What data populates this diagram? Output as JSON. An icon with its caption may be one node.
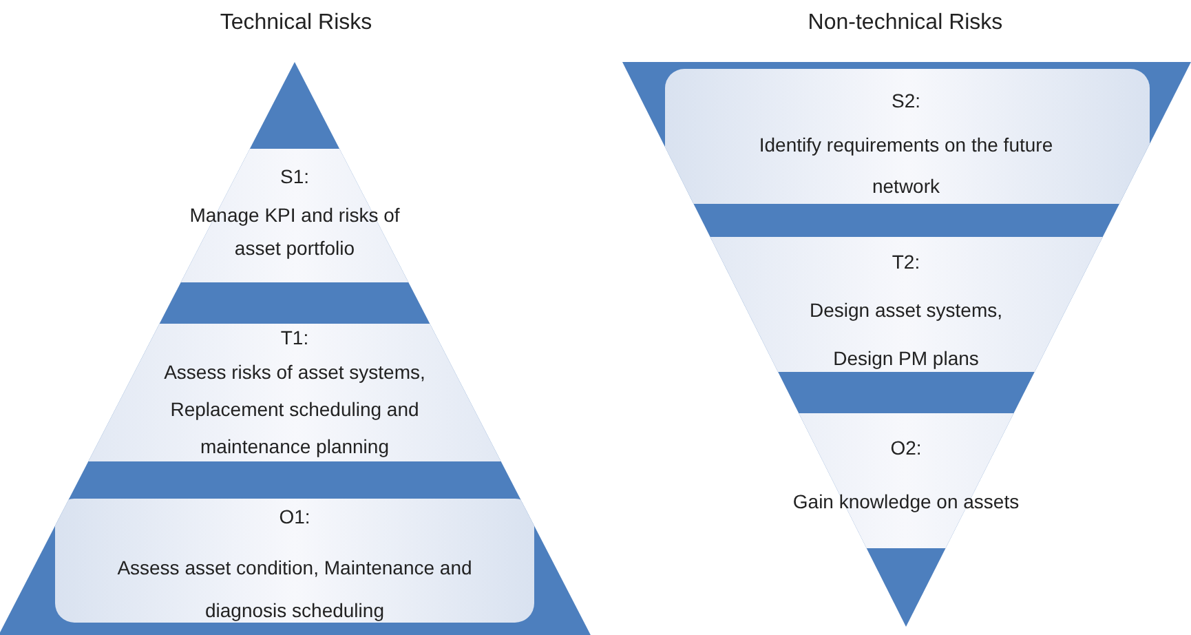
{
  "diagram": {
    "nodes": [
      {
        "text": [
          "Technical Risks"
        ]
      },
      {
        "text": [
          "S1:",
          "Manage KPI and risks of asset portfolio"
        ],
        "in": 0
      },
      {
        "text": [
          "T1:",
          "Assess risks of asset systems, Replacement scheduling and maintenance planning"
        ],
        "in": 0
      },
      {
        "text": [
          "O1:",
          "Assess asset condition, Maintenance and diagnosis scheduling"
        ],
        "in": 0
      },
      {
        "text": [
          "Non-technical Risks"
        ]
      },
      {
        "text": [
          "S2:",
          "Identify requirements on the future network"
        ],
        "in": 4
      },
      {
        "text": [
          "T2:",
          "Design asset systems, Design PM plans"
        ],
        "in": 4
      },
      {
        "text": [
          "O2:",
          "Gain knowledge on assets"
        ],
        "in": 4
      }
    ]
  }
}
